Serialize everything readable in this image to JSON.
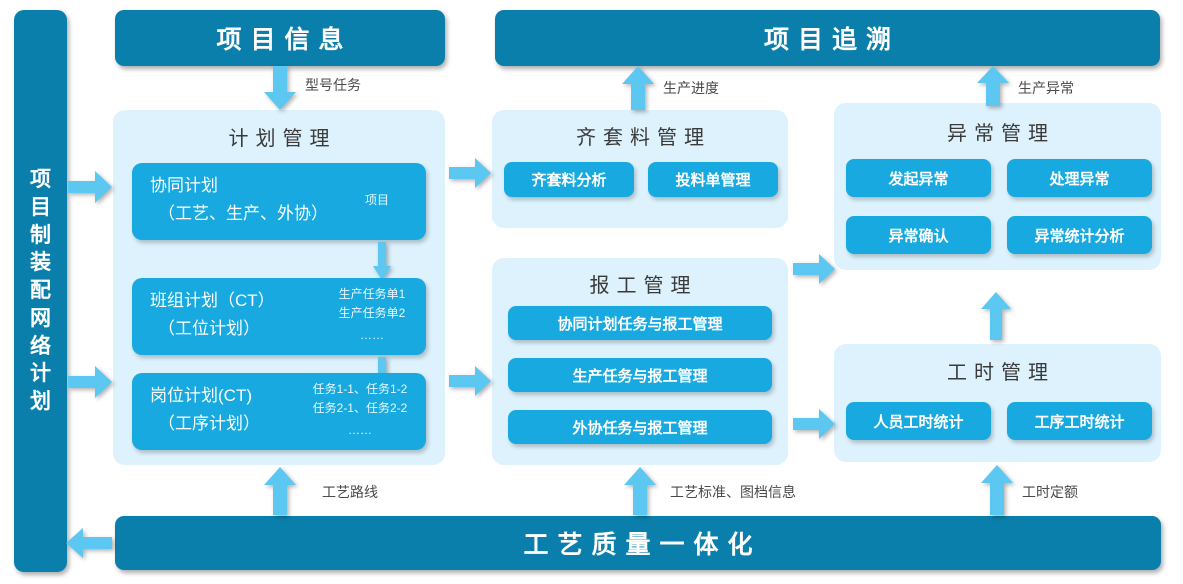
{
  "diagram": {
    "left_bar": {
      "label": "项目制装配网络计划"
    },
    "top_bars": [
      {
        "id": "project-info",
        "label": "项目信息"
      },
      {
        "id": "project-trace",
        "label": "项目追溯"
      }
    ],
    "bottom_bar": {
      "label": "工艺质量一体化"
    },
    "panels": {
      "plan": {
        "title": "计划管理",
        "items": [
          {
            "main_line1": "协同计划",
            "main_line2": "（工艺、生产、外协）",
            "side": [
              "项目"
            ]
          },
          {
            "main_line1": "班组计划（CT）",
            "main_line2": "（工位计划）",
            "side": [
              "生产任务单1",
              "生产任务单2",
              "……"
            ]
          },
          {
            "main_line1": "岗位计划(CT)",
            "main_line2": "（工序计划）",
            "side": [
              "任务1-1、任务1-2",
              "任务2-1、任务2-2",
              "……"
            ]
          }
        ]
      },
      "material": {
        "title": "齐套料管理",
        "items": [
          "齐套料分析",
          "投料单管理"
        ]
      },
      "report": {
        "title": "报工管理",
        "items": [
          "协同计划任务与报工管理",
          "生产任务与报工管理",
          "外协任务与报工管理"
        ]
      },
      "exception": {
        "title": "异常管理",
        "items": [
          "发起异常",
          "处理异常",
          "异常确认",
          "异常统计分析"
        ]
      },
      "worktime": {
        "title": "工时管理",
        "items": [
          "人员工时统计",
          "工序工时统计"
        ]
      }
    },
    "edge_labels": {
      "model_task": "型号任务",
      "production_progress": "生产进度",
      "production_exception": "生产异常",
      "process_route": "工艺路线",
      "process_standard": "工艺标准、图档信息",
      "worktime_quota": "工时定额"
    },
    "colors": {
      "dark_teal": "#0a7fab",
      "chip_blue": "#17a9e0",
      "panel_light": "#ddf2fd",
      "arrow_blue": "#5cc8f2",
      "text_dark": "#3a3a3a",
      "white": "#ffffff"
    }
  }
}
